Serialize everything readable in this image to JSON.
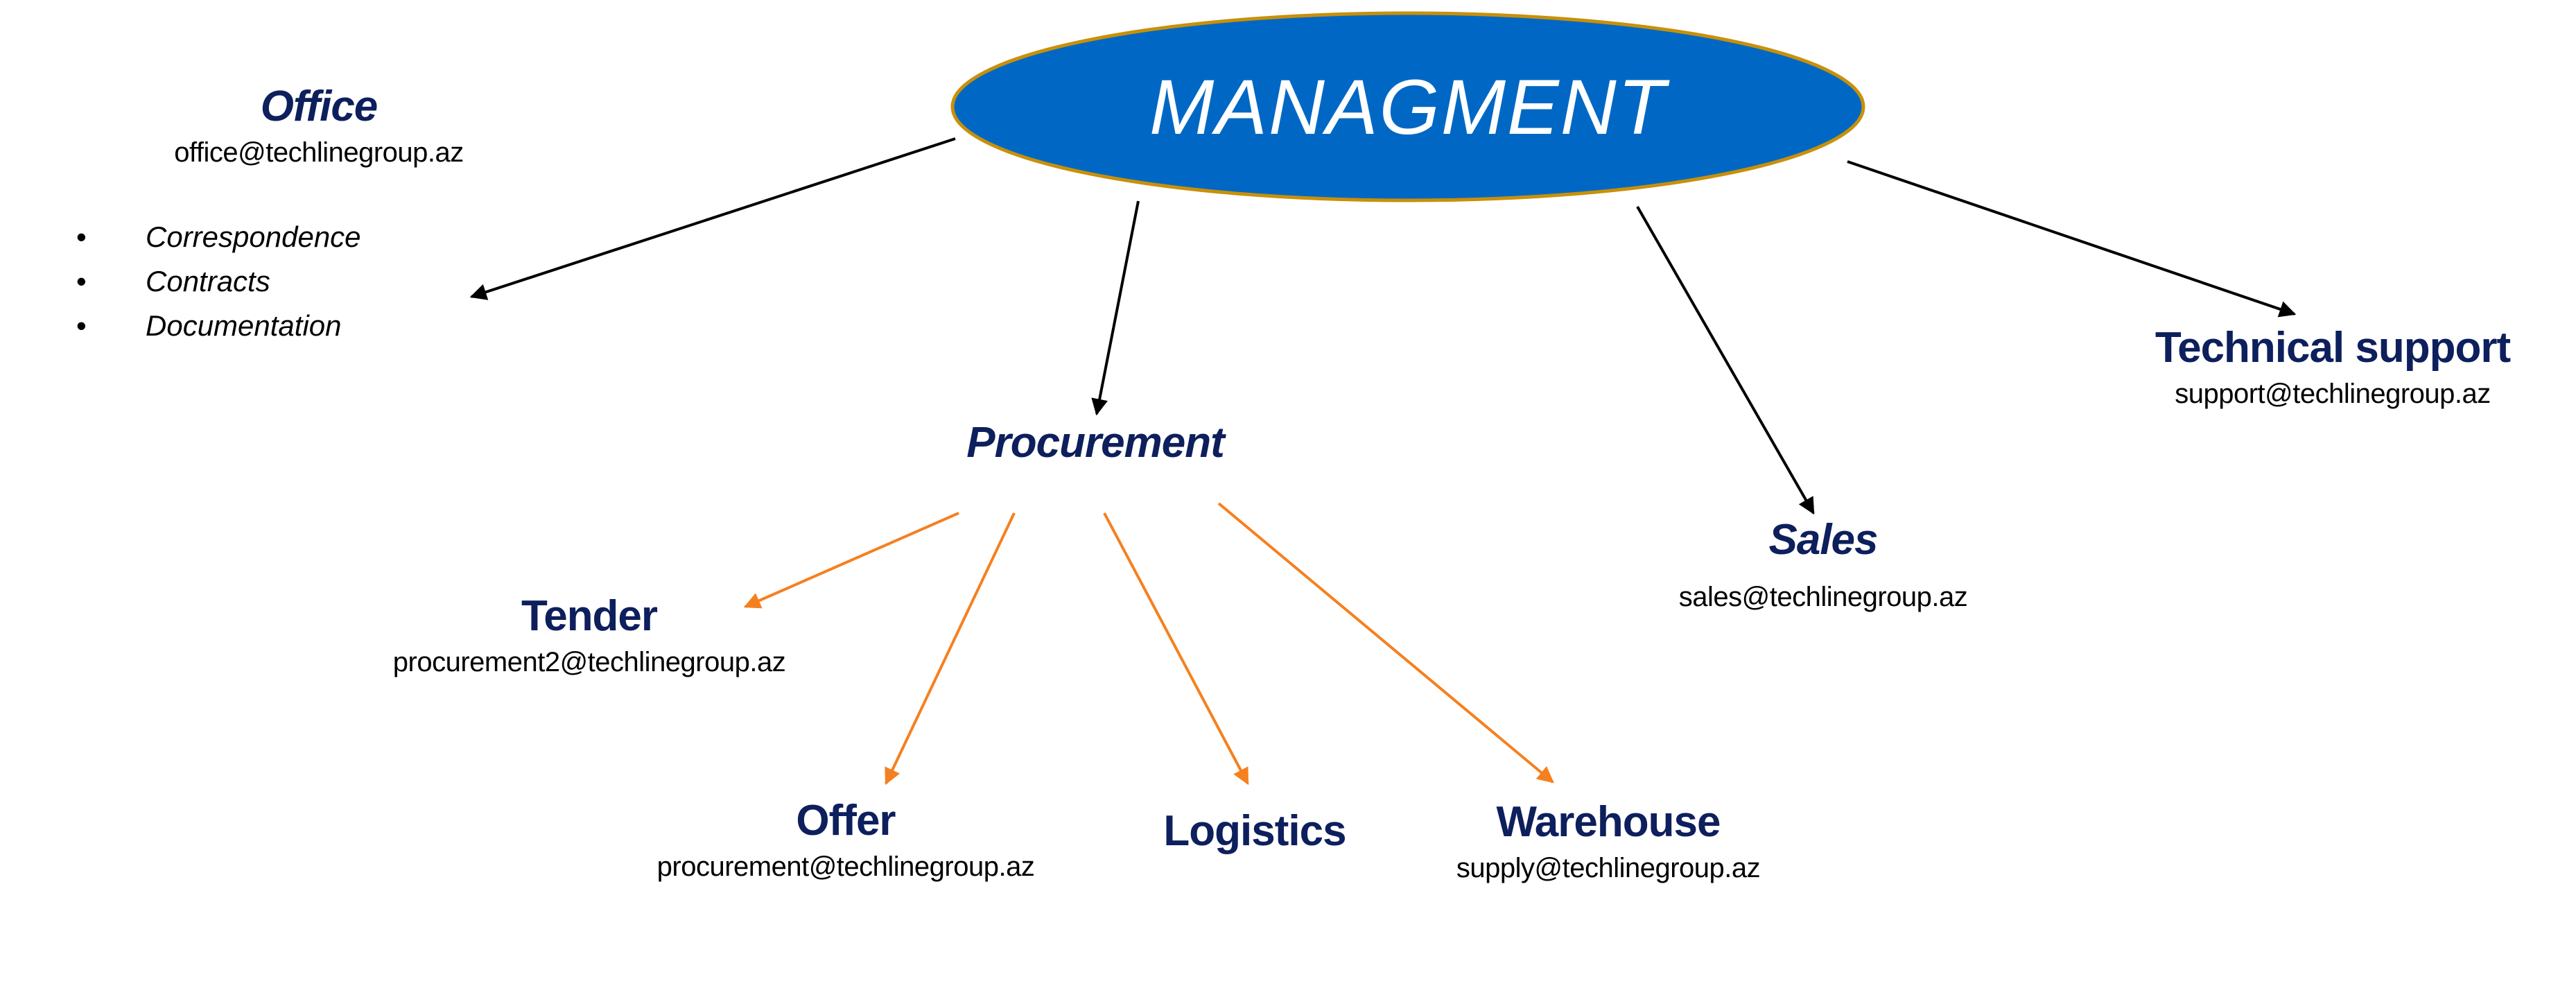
{
  "diagram": {
    "root": {
      "label": "MANAGMENT",
      "fill": "#0068C4",
      "stroke": "#C8900A"
    },
    "colors": {
      "primary_edge": "#000000",
      "secondary_edge": "#F5801F",
      "title": "#0D1F5C"
    },
    "nodes": {
      "office": {
        "title": "Office",
        "email": "office@techlinegroup.az",
        "items": [
          "Correspondence",
          "Contracts",
          "Documentation"
        ]
      },
      "procurement": {
        "title": "Procurement"
      },
      "sales": {
        "title": "Sales",
        "email": "sales@techlinegroup.az"
      },
      "technical_support": {
        "title": "Technical support",
        "email": "support@techlinegroup.az"
      },
      "tender": {
        "title": "Tender",
        "email": "procurement2@techlinegroup.az"
      },
      "offer": {
        "title": "Offer",
        "email": "procurement@techlinegroup.az"
      },
      "logistics": {
        "title": "Logistics"
      },
      "warehouse": {
        "title": "Warehouse",
        "email": "supply@techlinegroup.az"
      }
    },
    "edges": [
      {
        "from": "MANAGMENT",
        "to": "Office",
        "kind": "primary"
      },
      {
        "from": "MANAGMENT",
        "to": "Procurement",
        "kind": "primary"
      },
      {
        "from": "MANAGMENT",
        "to": "Sales",
        "kind": "primary"
      },
      {
        "from": "MANAGMENT",
        "to": "Technical support",
        "kind": "primary"
      },
      {
        "from": "Procurement",
        "to": "Tender",
        "kind": "secondary"
      },
      {
        "from": "Procurement",
        "to": "Offer",
        "kind": "secondary"
      },
      {
        "from": "Procurement",
        "to": "Logistics",
        "kind": "secondary"
      },
      {
        "from": "Procurement",
        "to": "Warehouse",
        "kind": "secondary"
      }
    ]
  }
}
